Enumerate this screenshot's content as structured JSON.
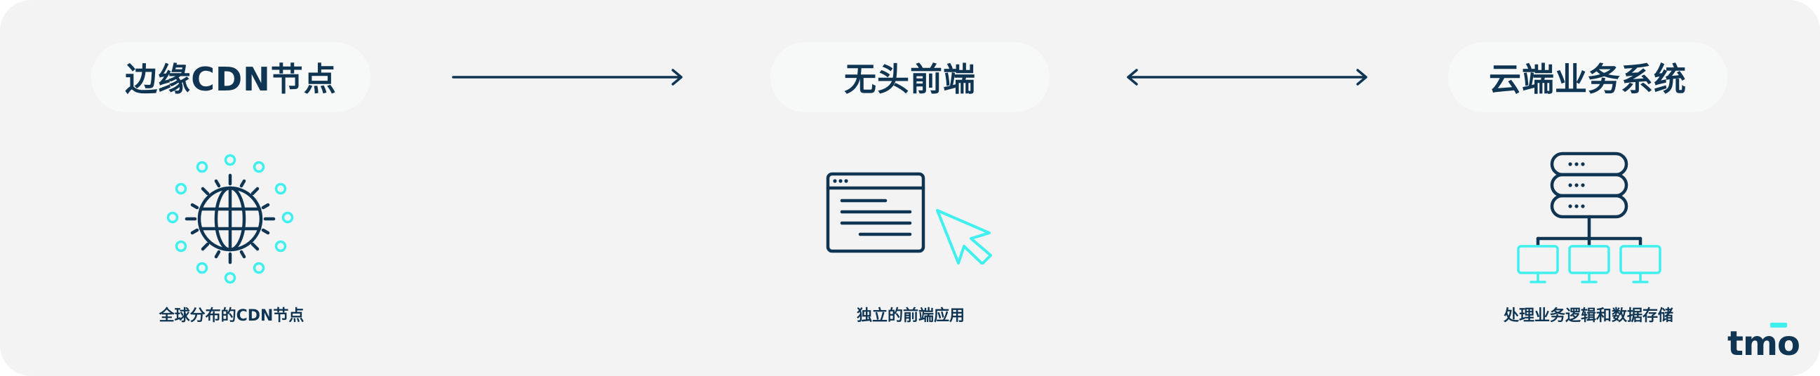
{
  "nodes": [
    {
      "title": "边缘CDN节点",
      "caption": "全球分布的CDN节点"
    },
    {
      "title": "无头前端",
      "caption": "独立的前端应用"
    },
    {
      "title": "云端业务系统",
      "caption": "处理业务逻辑和数据存储"
    }
  ],
  "arrows": [
    {
      "from": "边缘CDN节点",
      "to": "无头前端",
      "direction": "one-way"
    },
    {
      "from": "无头前端",
      "to": "云端业务系统",
      "direction": "two-way"
    }
  ],
  "icons": [
    "globe-network-icon",
    "browser-cursor-icon",
    "server-network-icon"
  ],
  "logo": "tmo",
  "colors": {
    "navy": "#0f3553",
    "cyan": "#3ff0ef",
    "background": "#f3f3f3",
    "pill": "#f7f8f8"
  }
}
